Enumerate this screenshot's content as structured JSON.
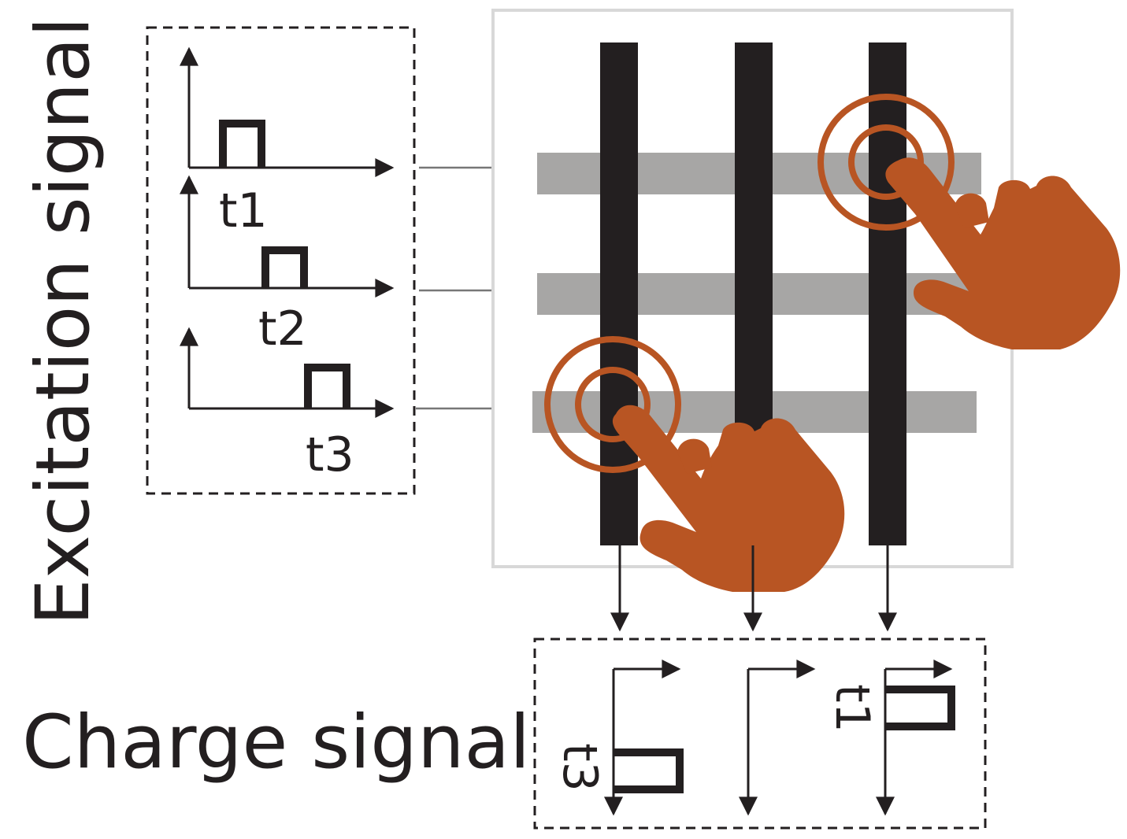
{
  "labels": {
    "excitation": "Excitation signal",
    "charge": "Charge signal"
  },
  "excitation_pulses": [
    {
      "label": "t1"
    },
    {
      "label": "t2"
    },
    {
      "label": "t3"
    }
  ],
  "charge_outputs": [
    {
      "label": "t3"
    },
    {
      "label": ""
    },
    {
      "label": "t1"
    }
  ],
  "colors": {
    "ink": "#231f20",
    "drive_line": "#a7a6a5",
    "panel_border": "#d8d8d8",
    "touch": "#b85523",
    "connector": "#777777"
  }
}
